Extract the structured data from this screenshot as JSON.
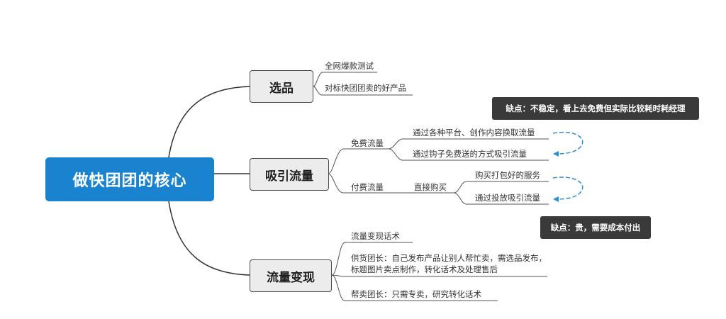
{
  "root": {
    "label": "做快团团的核心"
  },
  "branches": {
    "selection": {
      "label": "选品",
      "items": [
        "全网爆款测试",
        "对标快团团卖的好产品"
      ]
    },
    "traffic": {
      "label": "吸引流量",
      "free": {
        "label": "免费流量",
        "items": [
          "通过各种平台、创作内容换取流量",
          "通过钩子免费送的方式吸引流量"
        ]
      },
      "paid": {
        "label": "付费流量",
        "sub_label": "直接购买",
        "items": [
          "购买打包好的服务",
          "通过投放吸引流量"
        ]
      }
    },
    "monetize": {
      "label": "流量变现",
      "items": [
        "流量变现话术",
        "供货团长：自己发布产品让别人帮忙卖，需选品发布，标题图片卖点制作，转化话术及处理售后",
        "帮卖团长：只需专卖，研究转化话术"
      ]
    }
  },
  "notes": {
    "free": "缺点：不稳定，看上去免费但实际比较耗时耗经理",
    "paid": "缺点：贵，需要成本付出"
  },
  "colors": {
    "root_bg": "#1a83cf",
    "line": "#333333",
    "dashed_arrow": "#2b8fd6",
    "note_bg": "#3a3a3a"
  }
}
